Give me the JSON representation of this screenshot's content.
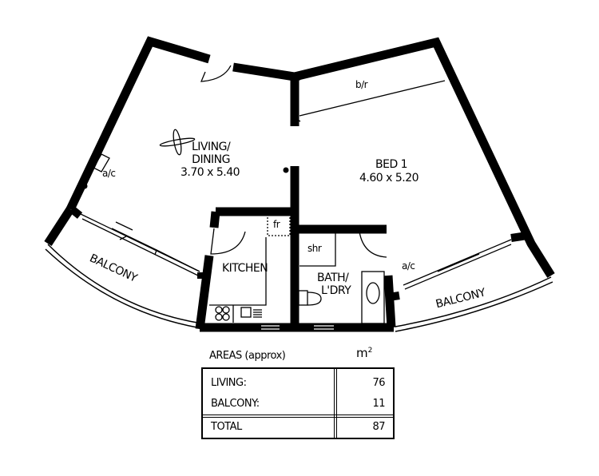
{
  "plan": {
    "rooms": {
      "living": {
        "name_line1": "LIVING/",
        "name_line2": "DINING",
        "dims": "3.70 x 5.40"
      },
      "bed1": {
        "name": "BED 1",
        "dims": "4.60 x 5.20"
      },
      "kitchen": {
        "name": "KITCHEN"
      },
      "bath": {
        "name_line1": "BATH/",
        "name_line2": "L'DRY"
      },
      "balcony_left": {
        "name": "BALCONY"
      },
      "balcony_right": {
        "name": "BALCONY"
      }
    },
    "fixtures": {
      "built_in_robe": "b/r",
      "fridge": "fr",
      "shower": "shr",
      "ac_left": "a/c",
      "ac_right": "a/c"
    }
  },
  "areas": {
    "title": "AREAS (approx)",
    "unit": "m",
    "unit_superscript": "2",
    "rows": [
      {
        "label": "LIVING:",
        "value": "76"
      },
      {
        "label": "BALCONY:",
        "value": "11"
      }
    ],
    "total": {
      "label": "TOTAL",
      "value": "87"
    }
  },
  "colors": {
    "wall": "#000000",
    "background": "#ffffff"
  }
}
